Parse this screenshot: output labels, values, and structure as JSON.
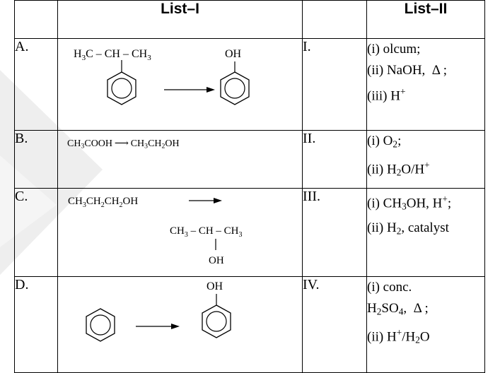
{
  "header": {
    "list1": "List–I",
    "list2": "List–II"
  },
  "rows": [
    {
      "label": "A.",
      "roman": "I.",
      "left": {
        "top": "H3C – CH – CH3",
        "product": "OH"
      },
      "right": [
        "(i) olcum;",
        "(ii) NaOH, Δ ;",
        "(iii) H+"
      ]
    },
    {
      "label": "B.",
      "roman": "II.",
      "left": {
        "reaction": "CH3COOH ⟶ CH3CH2OH"
      },
      "right": [
        "(i) O2;",
        "(ii) H2O/H+"
      ]
    },
    {
      "label": "C.",
      "roman": "III.",
      "left": {
        "reactant": "CH3CH2CH2OH ⟶",
        "product_chain": "CH3 – CH – CH3",
        "product_sub": "OH"
      },
      "right": [
        "(i) CH3OH, H+;",
        "(ii) H2, catalyst"
      ]
    },
    {
      "label": "D.",
      "roman": "IV.",
      "left": {
        "product": "OH"
      },
      "right": [
        "(i) conc.",
        "H2SO4, Δ ;",
        "(ii) H+/H2O"
      ]
    }
  ]
}
